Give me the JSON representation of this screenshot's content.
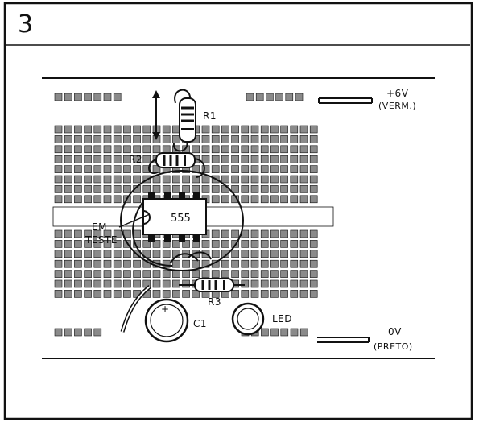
{
  "figure": {
    "number": "3"
  },
  "labels": {
    "r1": "R1",
    "r2": "R2",
    "r3": "R3",
    "c1": "C1",
    "led": "LED",
    "chip": "555",
    "em": "EM",
    "teste": "TESTE",
    "plus_polarity": "+",
    "power_pos_voltage": "+6V",
    "power_pos_wire": "(VERM.)",
    "power_neg_voltage": "0V",
    "power_neg_wire": "(PRETO)"
  },
  "colors": {
    "ink": "#111111",
    "paper": "#ffffff",
    "hole": "#8a8a8a"
  }
}
